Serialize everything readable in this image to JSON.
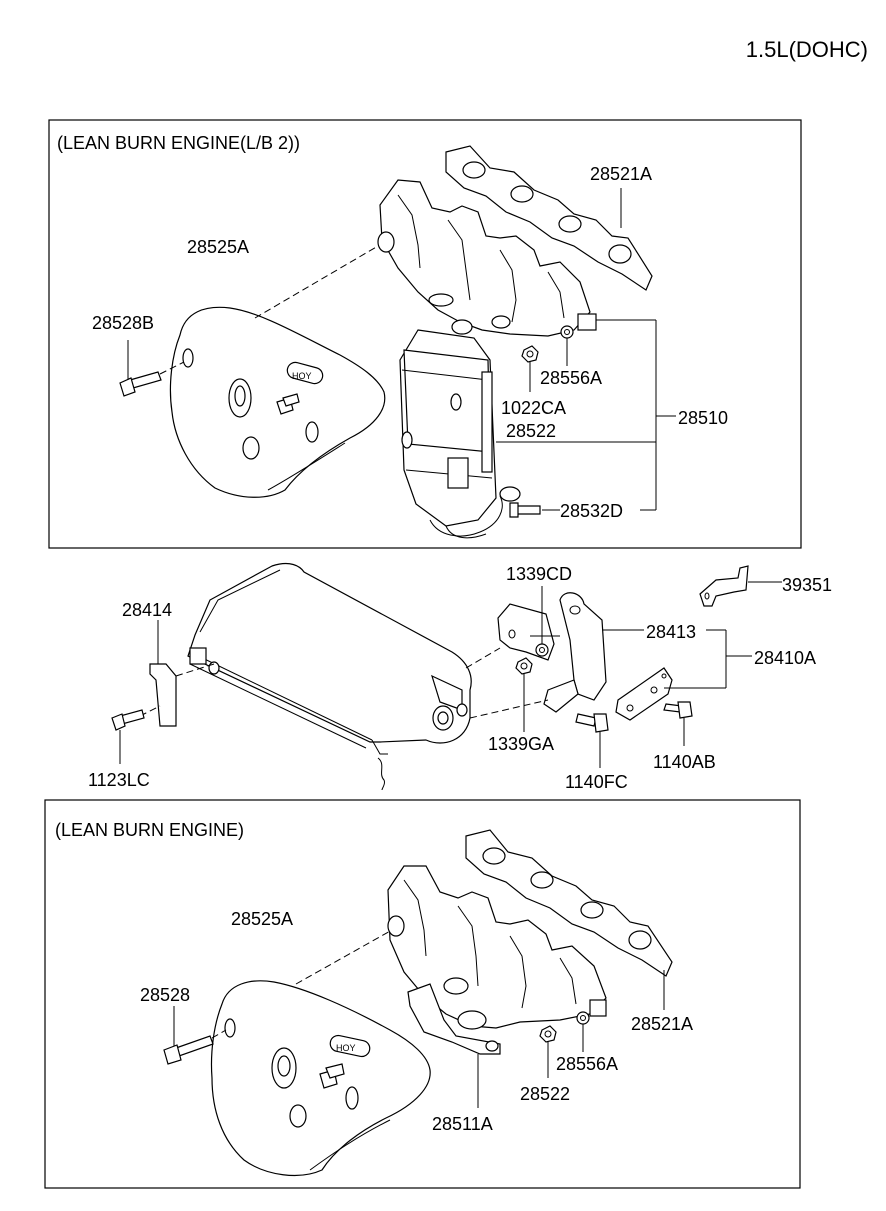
{
  "title": "1.5L(DOHC)",
  "sections": {
    "top": {
      "header": "(LEAN BURN ENGINE(L/B 2))"
    },
    "bottom": {
      "header": "(LEAN BURN ENGINE)"
    }
  },
  "labels": {
    "p28521A_top": "28521A",
    "p28525A_top": "28525A",
    "p28528B": "28528B",
    "p28556A_top": "28556A",
    "p1022CA": "1022CA",
    "p28522_top": "28522",
    "p28510": "28510",
    "p28532D": "28532D",
    "p1339CD": "1339CD",
    "p39351": "39351",
    "p28414": "28414",
    "p28413": "28413",
    "p28410A": "28410A",
    "p1339GA": "1339GA",
    "p1123LC": "1123LC",
    "p1140FC": "1140FC",
    "p1140AB": "1140AB",
    "p28525A_bot": "28525A",
    "p28528": "28528",
    "p28521A_bot": "28521A",
    "p28556A_bot": "28556A",
    "p28522_bot": "28522",
    "p28511A": "28511A"
  }
}
